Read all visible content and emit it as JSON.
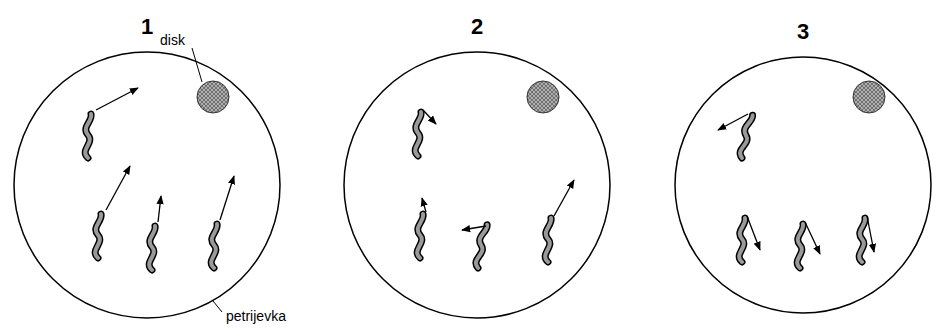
{
  "diagram": {
    "nodes": [
      {
        "text": [
          "1"
        ]
      },
      {
        "text": [
          "2"
        ]
      },
      {
        "text": [
          "3"
        ]
      }
    ],
    "labels": [
      "disk",
      "petrijevka"
    ]
  }
}
